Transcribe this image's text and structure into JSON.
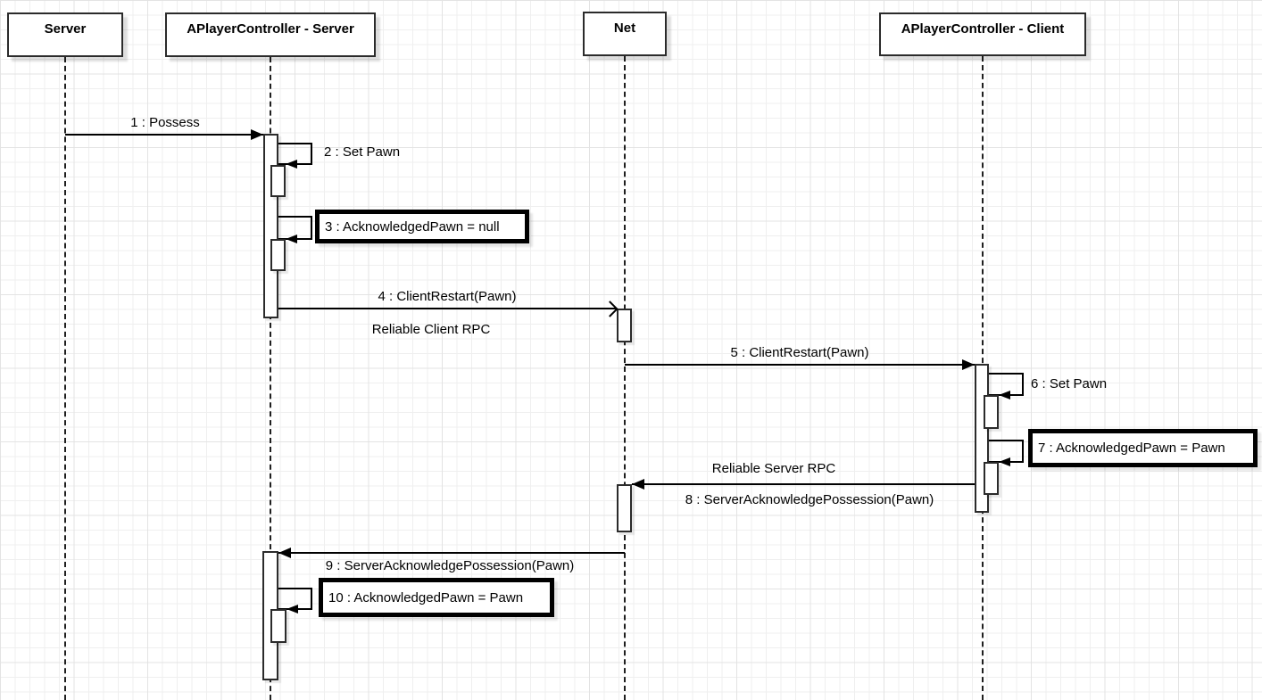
{
  "diagram": {
    "type": "uml-sequence",
    "lifelines": [
      {
        "id": "server",
        "label": "Server"
      },
      {
        "id": "apc-server",
        "label": "APlayerController - Server"
      },
      {
        "id": "net",
        "label": "Net"
      },
      {
        "id": "apc-client",
        "label": "APlayerController - Client"
      }
    ],
    "messages": [
      {
        "id": 1,
        "label": "1 : Possess",
        "from": "server",
        "to": "apc-server",
        "kind": "solid-filled-arrow"
      },
      {
        "id": 2,
        "label": "2 : Set Pawn",
        "from": "apc-server",
        "to": "apc-server",
        "kind": "self"
      },
      {
        "id": 3,
        "label": "3 : AcknowledgedPawn = null",
        "from": "apc-server",
        "to": "apc-server",
        "kind": "self-boxed"
      },
      {
        "id": 4,
        "label": "4 : ClientRestart(Pawn)",
        "note": "Reliable Client RPC",
        "from": "apc-server",
        "to": "net",
        "kind": "solid-open-arrow"
      },
      {
        "id": 5,
        "label": "5 : ClientRestart(Pawn)",
        "from": "net",
        "to": "apc-client",
        "kind": "solid-filled-arrow"
      },
      {
        "id": 6,
        "label": "6 : Set Pawn",
        "from": "apc-client",
        "to": "apc-client",
        "kind": "self"
      },
      {
        "id": 7,
        "label": "7 : AcknowledgedPawn = Pawn",
        "from": "apc-client",
        "to": "apc-client",
        "kind": "self-boxed"
      },
      {
        "id": 8,
        "label": "8 : ServerAcknowledgePossession(Pawn)",
        "note": "Reliable Server RPC",
        "from": "apc-client",
        "to": "net",
        "kind": "solid-filled-arrow"
      },
      {
        "id": 9,
        "label": "9 : ServerAcknowledgePossession(Pawn)",
        "from": "net",
        "to": "apc-server",
        "kind": "solid-filled-arrow"
      },
      {
        "id": 10,
        "label": "10 : AcknowledgedPawn = Pawn",
        "from": "apc-server",
        "to": "apc-server",
        "kind": "self-boxed"
      }
    ],
    "colors": {
      "line": "#000000",
      "shape_border": "#2b2b2b",
      "shape_fill": "#ffffff",
      "background": "#ffffff",
      "grid": "#e6e6e6"
    }
  }
}
